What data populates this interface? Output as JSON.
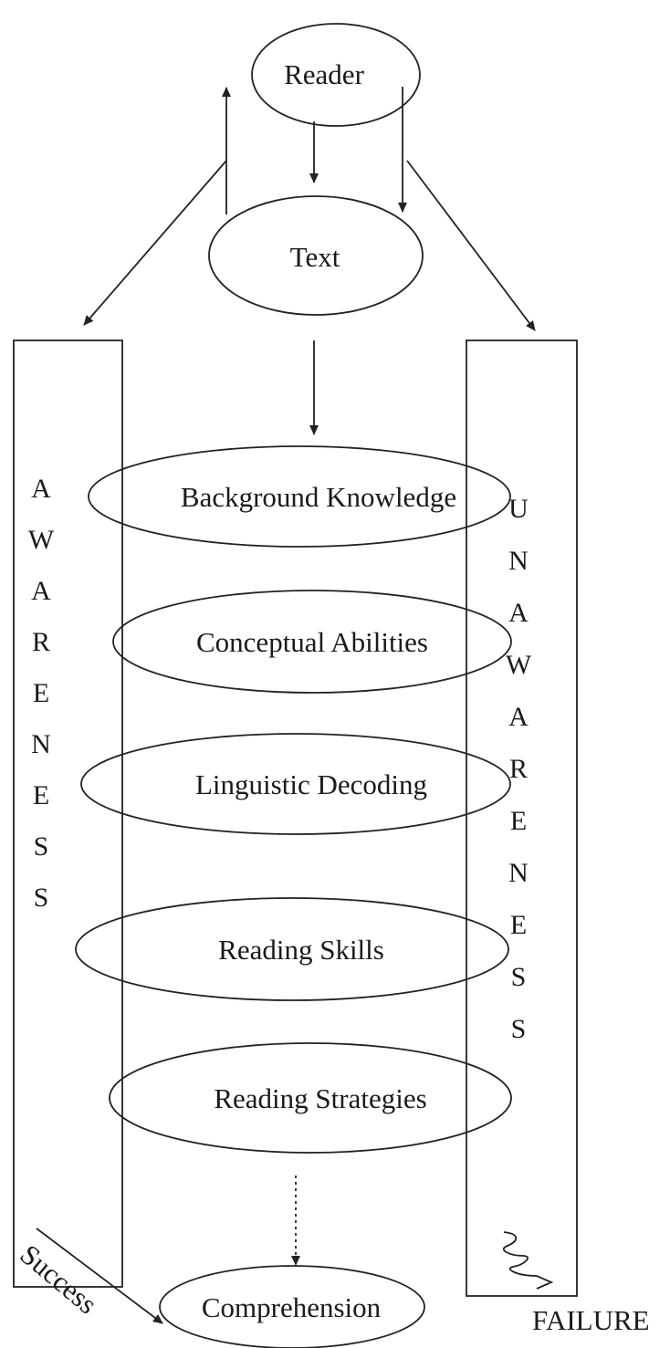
{
  "nodes": {
    "reader": "Reader",
    "text": "Text",
    "background_knowledge": "Background Knowledge",
    "conceptual_abilities": "Conceptual Abilities",
    "linguistic_decoding": "Linguistic Decoding",
    "reading_skills": "Reading Skills",
    "reading_strategies": "Reading Strategies",
    "comprehension": "Comprehension"
  },
  "awareness_letters": [
    "A",
    "W",
    "A",
    "R",
    "E",
    "N",
    "E",
    "S",
    "S"
  ],
  "unawareness_letters": [
    "U",
    "N",
    "A",
    "W",
    "A",
    "R",
    "E",
    "N",
    "E",
    "S",
    "S"
  ],
  "labels": {
    "success": "Success",
    "failure": "FAILURE"
  },
  "colors": {
    "stroke": "#222222",
    "text": "#1a1a1a",
    "background": "#ffffff"
  }
}
